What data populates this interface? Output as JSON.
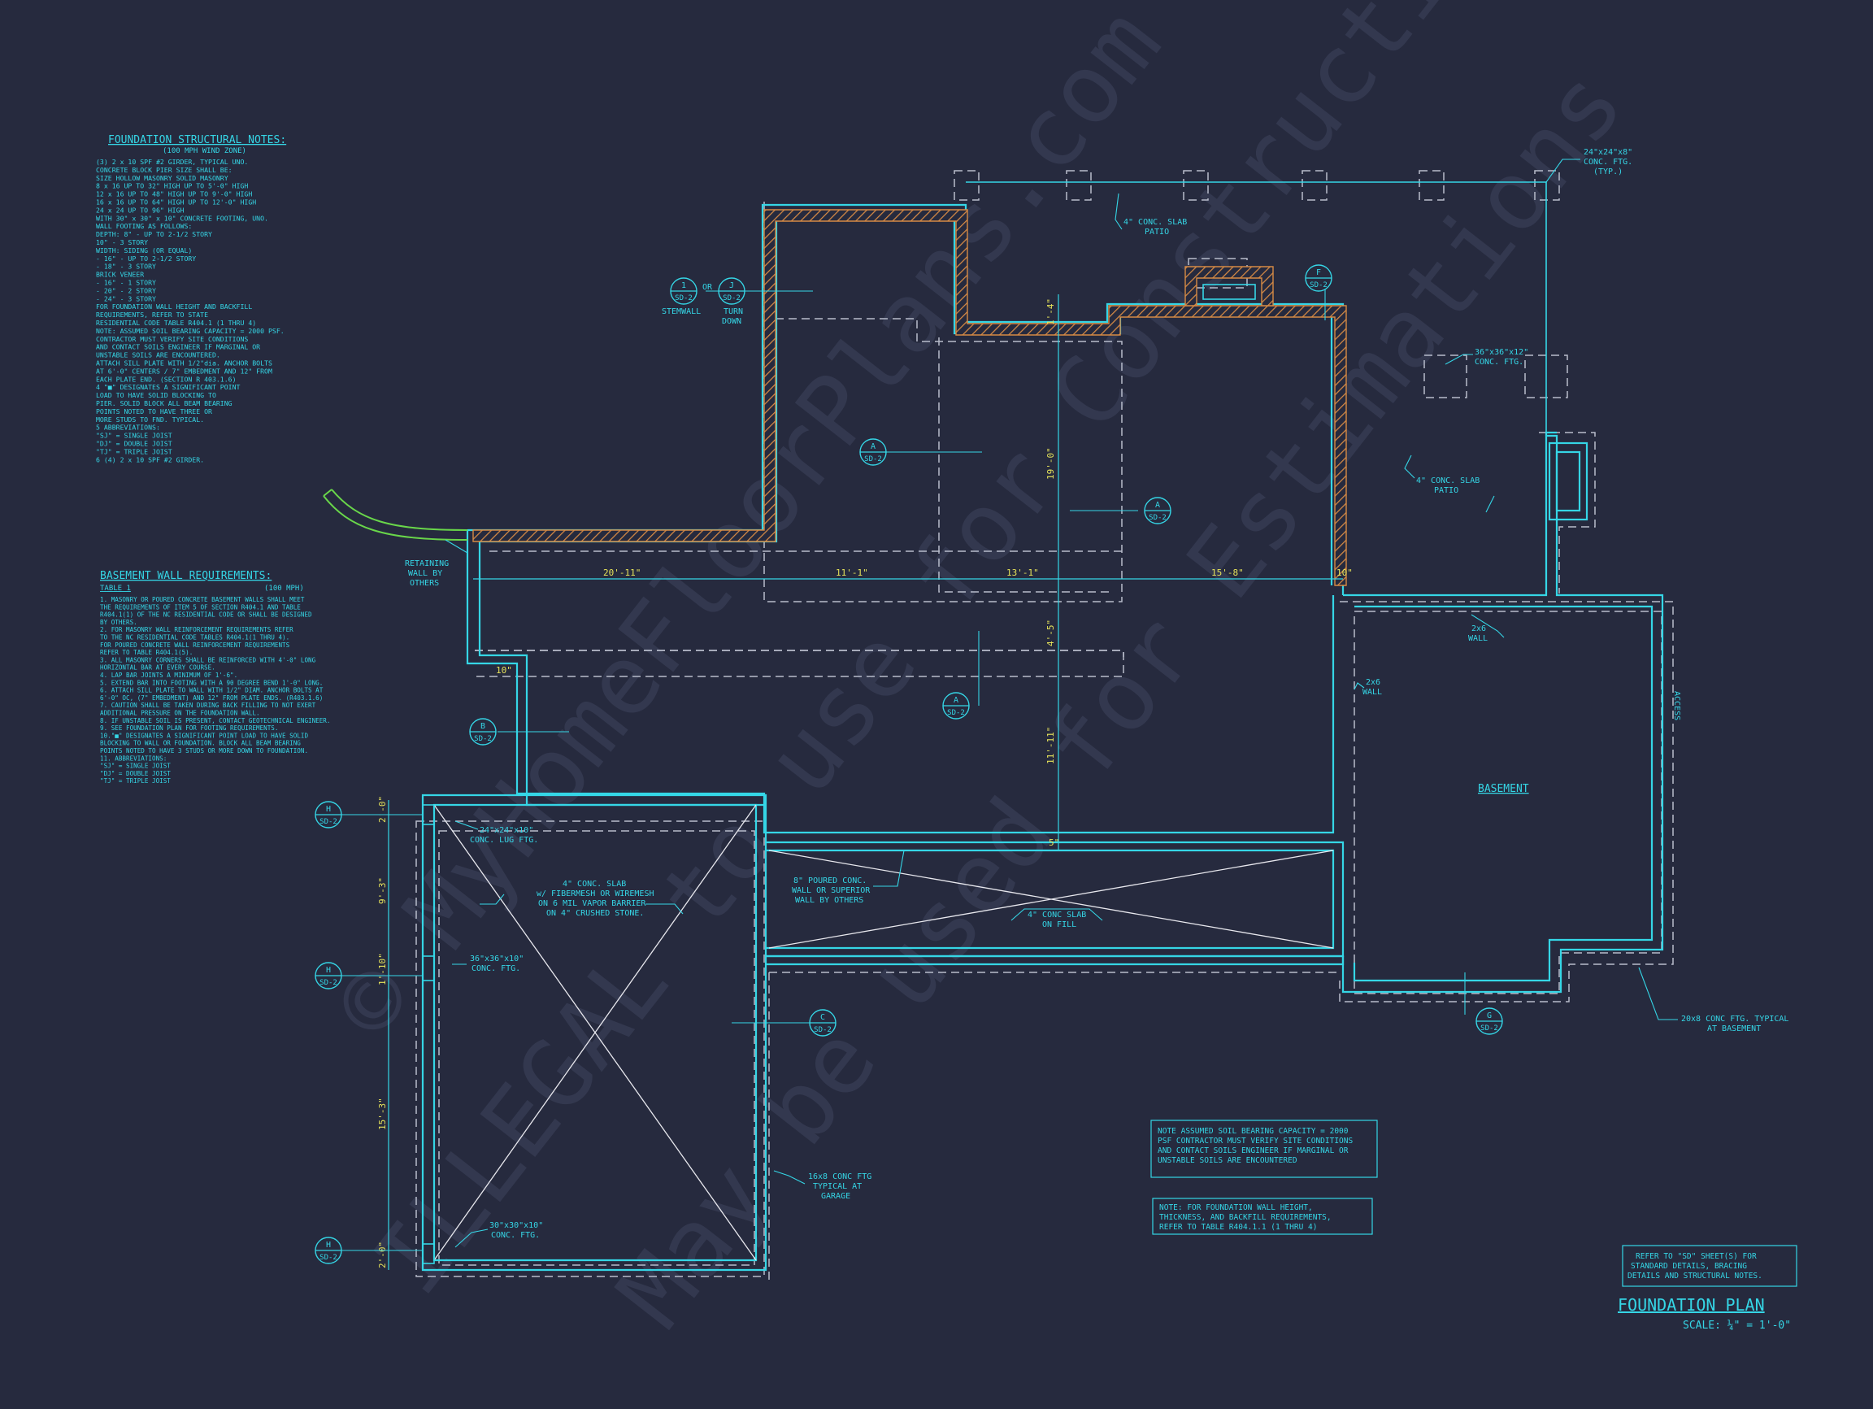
{
  "colors": {
    "background": "#262a3e",
    "wall": "#35d6e6",
    "hatch": "#d68a45",
    "dashed": "#b8bccb",
    "dimension_text": "#e6e35a",
    "retaining_wall": "#69d64a",
    "watermark": "#3a3f55"
  },
  "title_block": {
    "title": "FOUNDATION PLAN",
    "scale": "SCALE: ¼\" = 1'-0\"",
    "refer_note": [
      "REFER TO \"SD\" SHEET(S) FOR",
      "STANDARD DETAILS, BRACING",
      "DETAILS AND STRUCTURAL NOTES."
    ]
  },
  "structural_notes": {
    "heading": "FOUNDATION STRUCTURAL NOTES:",
    "subheading": "(100 MPH WIND ZONE)",
    "lines": [
      "(3) 2 x 10 SPF #2 GIRDER, TYPICAL UNO.",
      "CONCRETE BLOCK PIER SIZE SHALL BE:",
      "  SIZE    HOLLOW MASONRY     SOLID MASONRY",
      "  8 x 16    UP TO 32\" HIGH     UP TO 5'-0\" HIGH",
      "  12 x 16   UP TO 48\" HIGH     UP TO 9'-0\" HIGH",
      "  16 x 16   UP TO 64\" HIGH     UP TO 12'-0\" HIGH",
      "  24 x 24   UP TO 96\" HIGH",
      "  WITH 30\" x 30\" x 10\" CONCRETE FOOTING, UNO.",
      "WALL FOOTING AS FOLLOWS:",
      "  DEPTH:  8\" - UP TO 2-1/2 STORY",
      "          10\" - 3 STORY",
      "  WIDTH:  SIDING (OR EQUAL)",
      "           - 16\" - UP TO 2-1/2 STORY",
      "           - 18\" - 3 STORY",
      "          BRICK VENEER",
      "           - 16\" - 1 STORY",
      "           - 20\" - 2 STORY",
      "           - 24\" - 3 STORY",
      "FOR FOUNDATION WALL HEIGHT AND BACKFILL",
      "REQUIREMENTS, REFER TO STATE",
      "RESIDENTIAL CODE TABLE R404.1 (1 THRU 4)",
      "NOTE: ASSUMED SOIL BEARING CAPACITY = 2000 PSF.",
      "CONTRACTOR MUST VERIFY SITE CONDITIONS",
      "AND CONTACT SOILS ENGINEER IF MARGINAL OR",
      "UNSTABLE SOILS ARE ENCOUNTERED.",
      "ATTACH SILL PLATE WITH 1/2\"dia. ANCHOR BOLTS",
      "AT 6'-0\" CENTERS / 7\" EMBEDMENT AND 12\" FROM",
      "EACH PLATE END. (SECTION R 403.1.6)",
      "4  \"■\" DESIGNATES A SIGNIFICANT POINT",
      "   LOAD TO HAVE SOLID BLOCKING TO",
      "   PIER. SOLID BLOCK ALL BEAM BEARING",
      "   POINTS NOTED TO HAVE THREE OR",
      "   MORE STUDS TO FND. TYPICAL.",
      "5  ABBREVIATIONS:",
      "   \"SJ\" = SINGLE JOIST",
      "   \"DJ\" = DOUBLE JOIST",
      "   \"TJ\" = TRIPLE JOIST",
      "6  (4) 2 x 10 SPF #2 GIRDER."
    ]
  },
  "basement_notes": {
    "heading": "BASEMENT WALL REQUIREMENTS:",
    "table": "TABLE 1",
    "wind": "(100 MPH)",
    "lines": [
      "1. MASONRY OR POURED CONCRETE BASEMENT WALLS SHALL MEET",
      "   THE REQUIREMENTS OF ITEM 5 OF SECTION R404.1 AND TABLE",
      "   R404.1(1) OF THE NC RESIDENTIAL CODE OR SHALL BE DESIGNED",
      "   BY OTHERS.",
      "2. FOR MASONRY WALL REINFORCEMENT REQUIREMENTS REFER",
      "   TO THE NC RESIDENTIAL CODE TABLES R404.1(1 THRU 4).",
      "   FOR POURED CONCRETE WALL REINFORCEMENT REQUIREMENTS",
      "   REFER TO TABLE R404.1(5).",
      "3. ALL MASONRY CORNERS SHALL BE REINFORCED WITH 4'-0\" LONG",
      "   HORIZONTAL BAR AT EVERY COURSE.",
      "4. LAP BAR JOINTS A MINIMUM OF 1'-6\".",
      "5. EXTEND BAR INTO FOOTING WITH A 90 DEGREE BEND 1'-0\" LONG.",
      "6. ATTACH SILL PLATE TO WALL WITH 1/2\" DIAM. ANCHOR BOLTS AT",
      "   6'-0\" OC, (7\" EMBEDMENT) AND 12\" FROM PLATE ENDS. (R403.1.6)",
      "7. CAUTION SHALL BE TAKEN DURING BACK FILLING TO NOT EXERT",
      "   ADDITIONAL PRESSURE ON THE FOUNDATION WALL.",
      "8. IF UNSTABLE SOIL IS PRESENT, CONTACT GEOTECHNICAL ENGINEER.",
      "9. SEE FOUNDATION PLAN FOR FOOTING REQUIREMENTS.",
      "10.\"■\" DESIGNATES A SIGNIFICANT POINT LOAD TO HAVE SOLID",
      "   BLOCKING TO WALL OR FOUNDATION. BLOCK ALL BEAM BEARING",
      "   POINTS NOTED TO HAVE 3 STUDS OR MORE DOWN TO FOUNDATION.",
      "11. ABBREVIATIONS:",
      "   \"SJ\" = SINGLE JOIST",
      "   \"DJ\" = DOUBLE JOIST",
      "   \"TJ\" = TRIPLE JOIST"
    ]
  },
  "plan": {
    "dims": {
      "d1": "20'-11\"",
      "d2": "11'-1\"",
      "d3": "13'-1\"",
      "d4": "15'-8\"",
      "v1": "19'-0\"",
      "v2": "4'-5\"",
      "v3": "11'-11\"",
      "v4": "2'-0\"",
      "v5": "9'-3\"",
      "v6": "1'-10\"",
      "v7": "15'-3\"",
      "v8": "2'-0\"",
      "v9": "1'-4\"",
      "v10": "5\"",
      "v11": "10\"",
      "v12": "10\""
    },
    "annotations": {
      "conc_ftg_typ": [
        "24\"x24\"x8\"",
        "CONC. FTG.",
        "(TYP.)"
      ],
      "patio_top": [
        "4\" CONC. SLAB",
        "PATIO"
      ],
      "ftg_36": [
        "36\"x36\"x12\"",
        "CONC. FTG."
      ],
      "patio_right": [
        "4\" CONC. SLAB",
        "PATIO"
      ],
      "stemwall": "STEMWALL",
      "or": "OR",
      "turn_down": [
        "TURN",
        "DOWN"
      ],
      "retaining": [
        "RETAINING",
        "WALL BY",
        "OTHERS"
      ],
      "wall_2x6_a": [
        "2x6",
        "WALL"
      ],
      "wall_2x6_b": [
        "2x6",
        "WALL"
      ],
      "access": "ACCESS",
      "basement": "BASEMENT",
      "lug_ftg": [
        "24\"x24\"x10\"",
        "CONC. LUG FTG."
      ],
      "garage_slab": [
        "4\" CONC. SLAB",
        "w/ FIBERMESH OR WIREMESH",
        "ON 6 MIL VAPOR BARRIER",
        "ON 4\" CRUSHED STONE."
      ],
      "poured_wall": [
        "8\" POURED CONC.",
        "WALL OR SUPERIOR",
        "WALL BY OTHERS"
      ],
      "slab_fill": [
        "4\" CONC SLAB",
        "ON FILL"
      ],
      "ftg_36b": [
        "36\"x36\"x10\"",
        "CONC. FTG."
      ],
      "ftg_16x8": [
        "16x8 CONC FTG",
        "TYPICAL AT",
        "GARAGE"
      ],
      "ftg_30": [
        "30\"x30\"x10\"",
        "CONC. FTG."
      ],
      "ftg_20x8": [
        "20x8 CONC FTG. TYPICAL",
        "AT BASEMENT"
      ],
      "note_soil": [
        "NOTE ASSUMED SOIL BEARING CAPACITY = 2000",
        "PSF CONTRACTOR MUST VERIFY SITE CONDITIONS",
        "AND CONTACT SOILS ENGINEER IF MARGINAL OR",
        "UNSTABLE SOILS ARE ENCOUNTERED"
      ],
      "note_wall": [
        "NOTE: FOR FOUNDATION WALL HEIGHT,",
        "THICKNESS, AND BACKFILL REQUIREMENTS,",
        "REFER TO TABLE R404.1.1 (1 THRU 4)"
      ]
    },
    "section_tags": [
      {
        "id": "tag-1",
        "top": "1",
        "bottom": "SD-2"
      },
      {
        "id": "tag-j",
        "top": "J",
        "bottom": "SD-2"
      },
      {
        "id": "tag-f",
        "top": "F",
        "bottom": "SD-2"
      },
      {
        "id": "tag-a1",
        "top": "A",
        "bottom": "SD-2"
      },
      {
        "id": "tag-a2",
        "top": "A",
        "bottom": "SD-2"
      },
      {
        "id": "tag-a3",
        "top": "A",
        "bottom": "SD-2"
      },
      {
        "id": "tag-b",
        "top": "B",
        "bottom": "SD-2"
      },
      {
        "id": "tag-h1",
        "top": "H",
        "bottom": "SD-2"
      },
      {
        "id": "tag-h2",
        "top": "H",
        "bottom": "SD-2"
      },
      {
        "id": "tag-h3",
        "top": "H",
        "bottom": "SD-2"
      },
      {
        "id": "tag-c",
        "top": "C",
        "bottom": "SD-2"
      },
      {
        "id": "tag-g",
        "top": "G",
        "bottom": "SD-2"
      }
    ]
  },
  "watermark": [
    "© MyHomeFloorPlans.com",
    "ILLEGAL to use for Construction",
    "May be used for Estimations"
  ]
}
